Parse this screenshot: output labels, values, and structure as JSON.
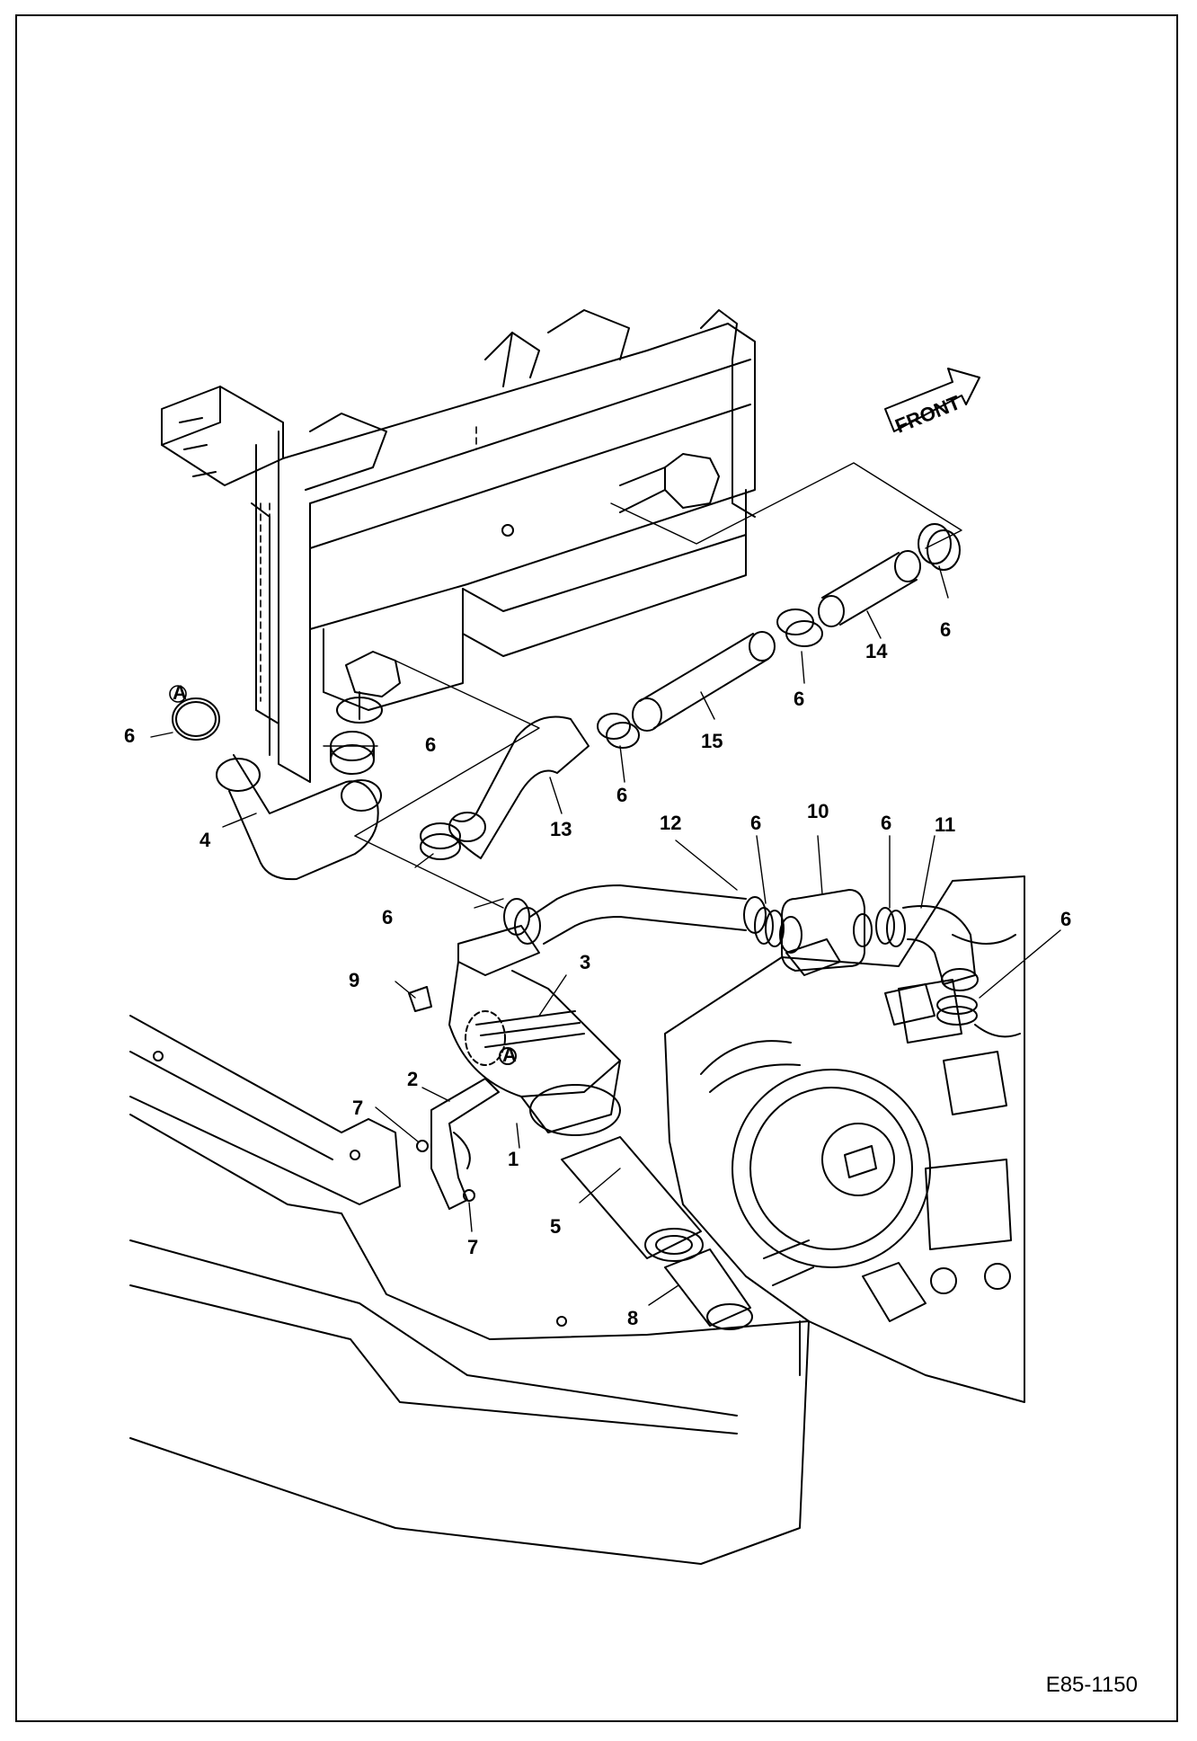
{
  "diagram": {
    "front_label": "FRONT",
    "callout_a": "A",
    "drawing_code": "E85-1150",
    "labels": {
      "n1": "1",
      "n2": "2",
      "n3": "3",
      "n4": "4",
      "n5": "5",
      "n6": "6",
      "n7": "7",
      "n8": "8",
      "n9": "9",
      "n10": "10",
      "n11": "11",
      "n12": "12",
      "n13": "13",
      "n14": "14",
      "n15": "15"
    }
  }
}
